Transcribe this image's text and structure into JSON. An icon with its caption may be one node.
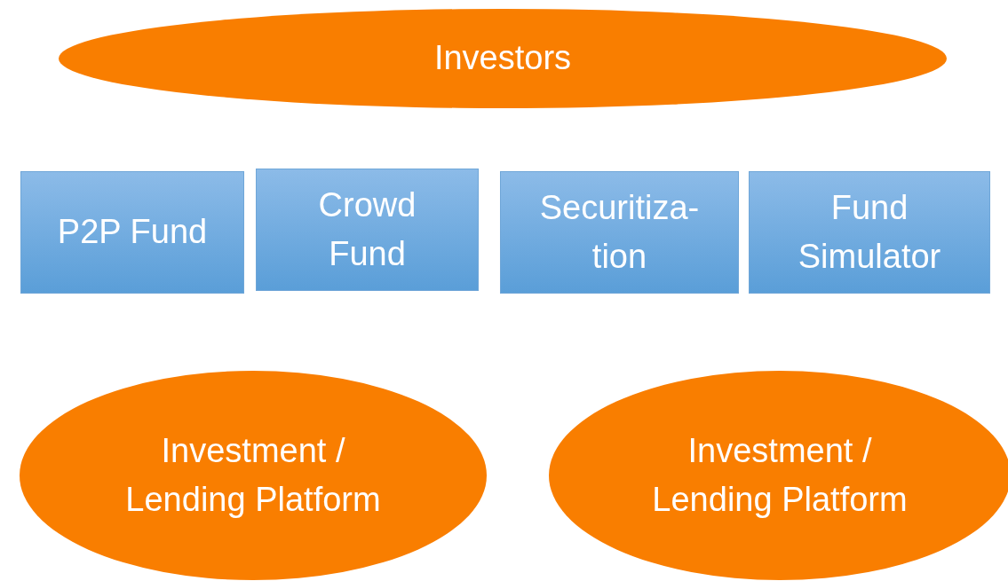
{
  "diagram": {
    "nodes": [
      {
        "text": [
          "Investors"
        ]
      },
      {
        "text": [
          "P2P Fund"
        ]
      },
      {
        "text": [
          "Crowd Fund"
        ]
      },
      {
        "text": [
          "Securitiza- tion"
        ]
      },
      {
        "text": [
          "Fund Simulator"
        ]
      },
      {
        "text": [
          "Investment / Lending Platform"
        ]
      },
      {
        "text": [
          "Investment / Lending Platform"
        ]
      }
    ]
  }
}
